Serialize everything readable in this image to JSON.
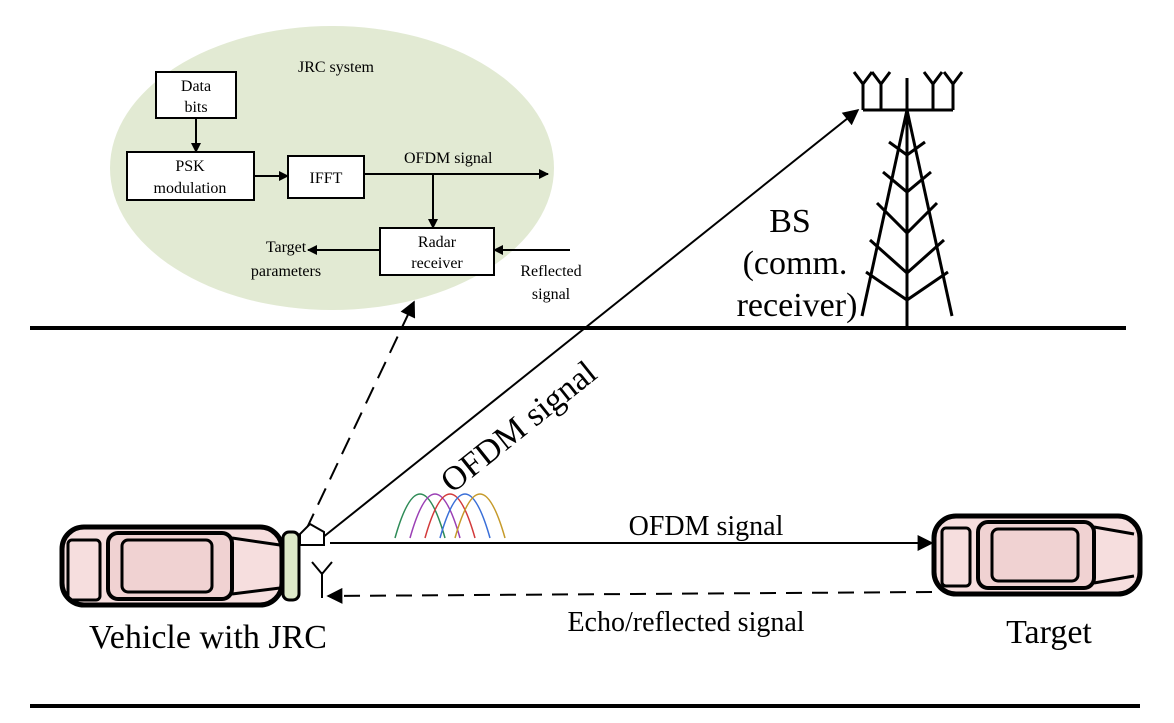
{
  "jrc": {
    "title": "JRC system",
    "data_bits": [
      "Data",
      "bits"
    ],
    "psk": [
      "PSK",
      "modulation"
    ],
    "ifft": "IFFT",
    "ofdm_out": "OFDM signal",
    "radar": [
      "Radar",
      "receiver"
    ],
    "target_params": [
      "Target",
      "parameters"
    ],
    "reflected": [
      "Reflected",
      "signal"
    ]
  },
  "bs": {
    "lines": [
      "BS",
      "(comm.",
      "receiver)"
    ]
  },
  "scene": {
    "ofdm_diag": "OFDM signal",
    "ofdm_horiz": "OFDM signal",
    "echo": "Echo/reflected signal",
    "vehicle": "Vehicle with JRC",
    "target": "Target"
  },
  "colors": {
    "bubble": "#e2ead3",
    "car_body": "#f6dede",
    "car_window": "#f0d2d2",
    "bumper": "#dde9c8"
  }
}
